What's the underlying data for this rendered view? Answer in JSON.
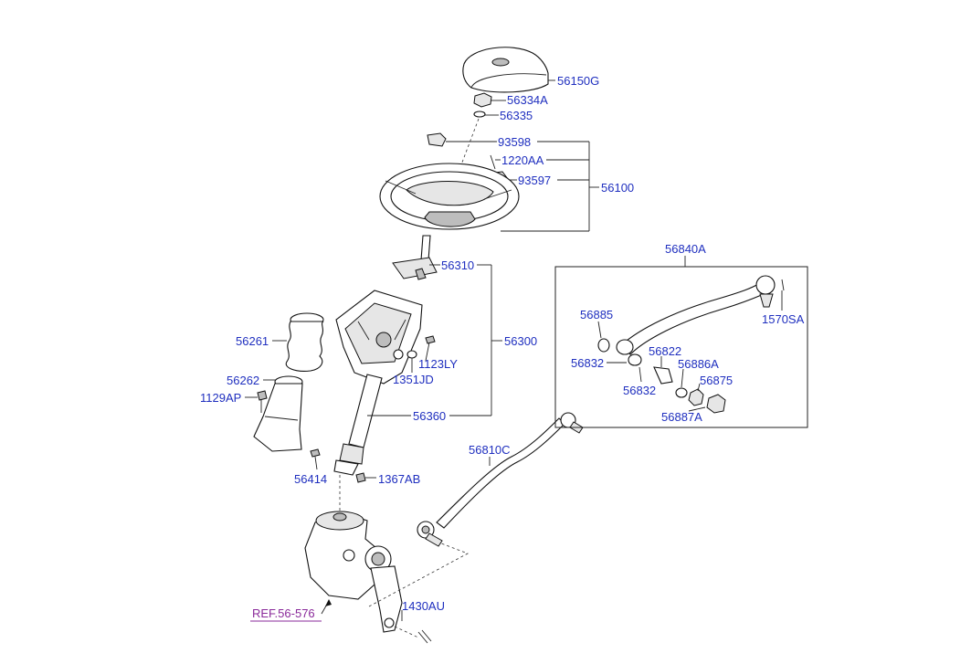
{
  "labels": {
    "horn_pad": "56150G",
    "nut_top": "56334A",
    "washer_top": "56335",
    "clip_93598": "93598",
    "screw_1220aa": "1220AA",
    "clip_93597": "93597",
    "steering_wheel_assy": "56100",
    "column_shaft": "56310",
    "column_assy": "56300",
    "boot": "56261",
    "cover": "56262",
    "bolt_1129ap": "1129AP",
    "bolt_1123ly": "1123LY",
    "washer_1351jd": "1351JD",
    "joint_shaft": "56360",
    "bolt_56414": "56414",
    "nut_1367ab": "1367AB",
    "drag_link_assy": "56840A",
    "seal_56885": "56885",
    "pin_1570sa": "1570SA",
    "ring_56832_a": "56832",
    "stud_56822": "56822",
    "washer_56886a": "56886A",
    "ring_56832_b": "56832",
    "nut_56875": "56875",
    "nut_56887a": "56887A",
    "tie_rod": "56810C",
    "pin_1430au": "1430AU",
    "ref_gear": "REF.56-576"
  },
  "colors": {
    "label": "#1f2fbf",
    "reference": "#8a2a9a",
    "line": "#222222"
  }
}
